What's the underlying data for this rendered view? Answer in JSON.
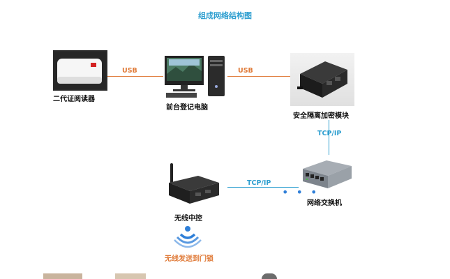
{
  "title": "组成网络结构图",
  "nodes": {
    "reader": "二代证阅读器",
    "pc": "前台登记电脑",
    "gateway": "安全隔离加密模块",
    "switch": "网络交换机",
    "controller": "无线中控",
    "door": "无线发送到门锁"
  },
  "links": {
    "reader_pc": "USB",
    "pc_gateway": "USB",
    "gateway_switch": "TCP/IP",
    "controller_switch": "TCP/IP"
  },
  "colors": {
    "title": "#2f9fd0",
    "usb": "#e07b39",
    "tcp": "#2f9fd0",
    "wireless_label": "#e07b39",
    "wifi": "#2f7fd8"
  }
}
